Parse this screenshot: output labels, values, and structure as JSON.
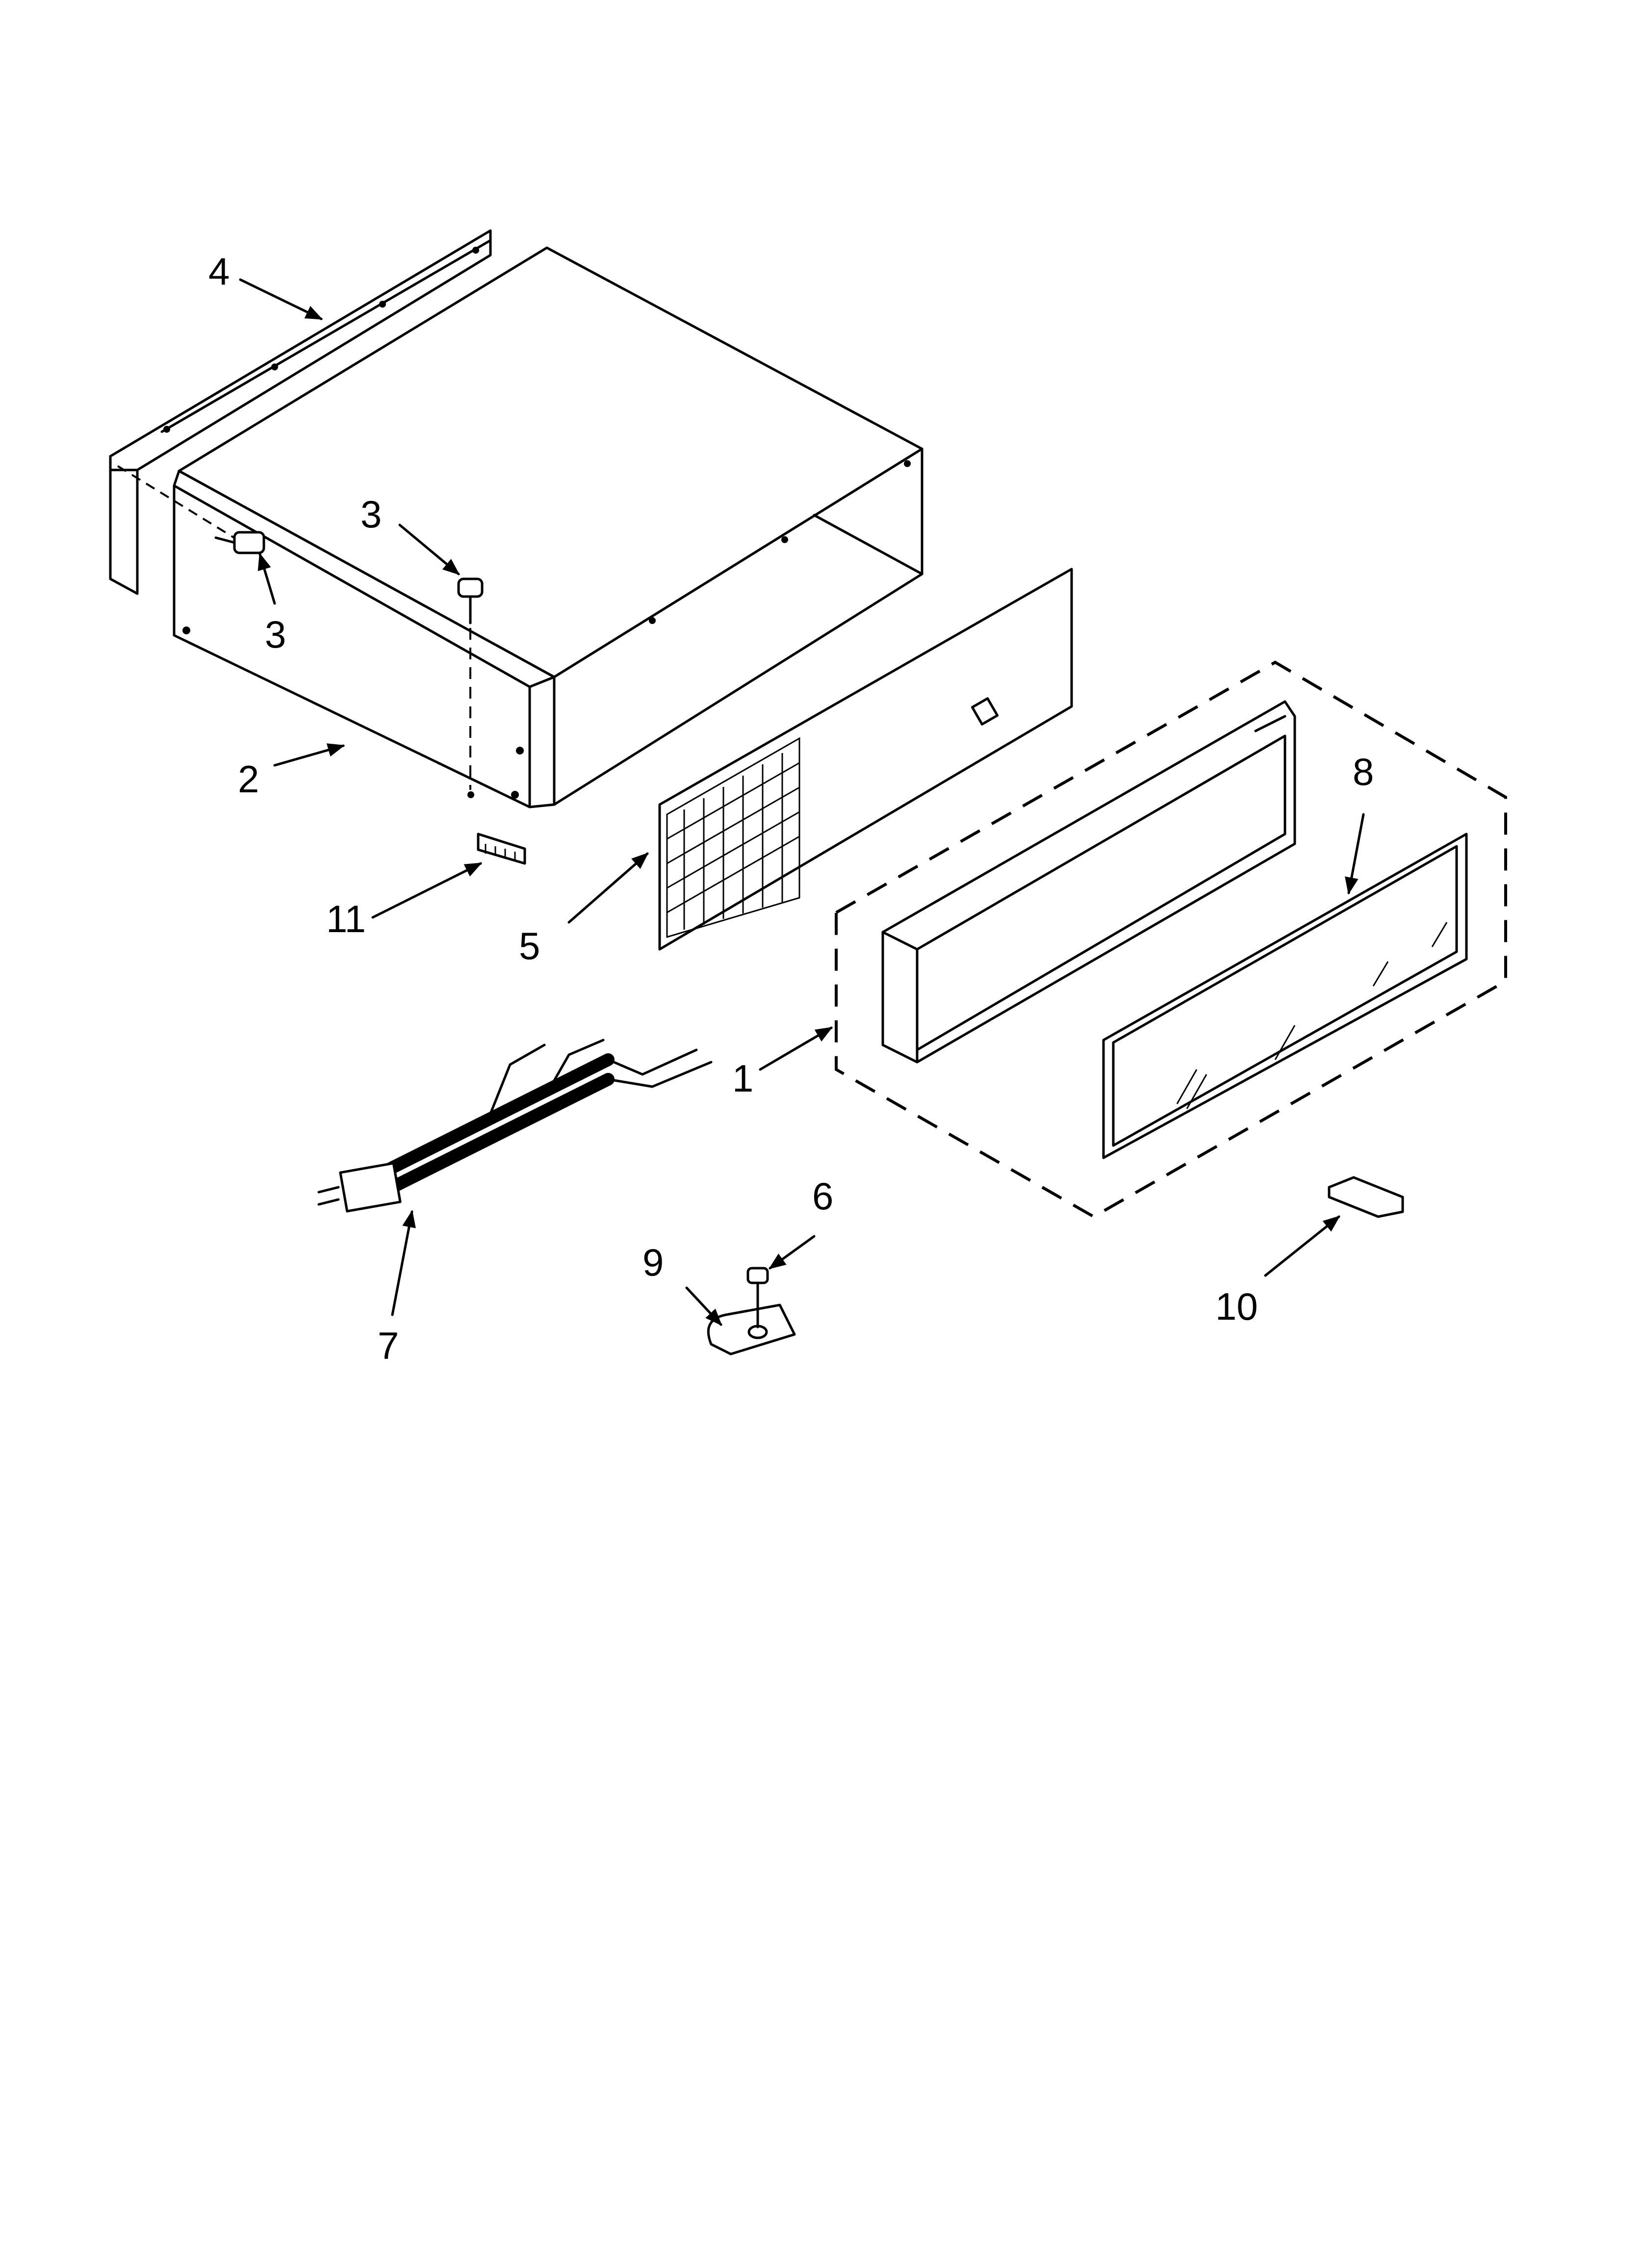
{
  "diagram": {
    "callouts": [
      "4",
      "3",
      "3",
      "2",
      "11",
      "5",
      "1",
      "8",
      "7",
      "9",
      "6",
      "10"
    ]
  }
}
